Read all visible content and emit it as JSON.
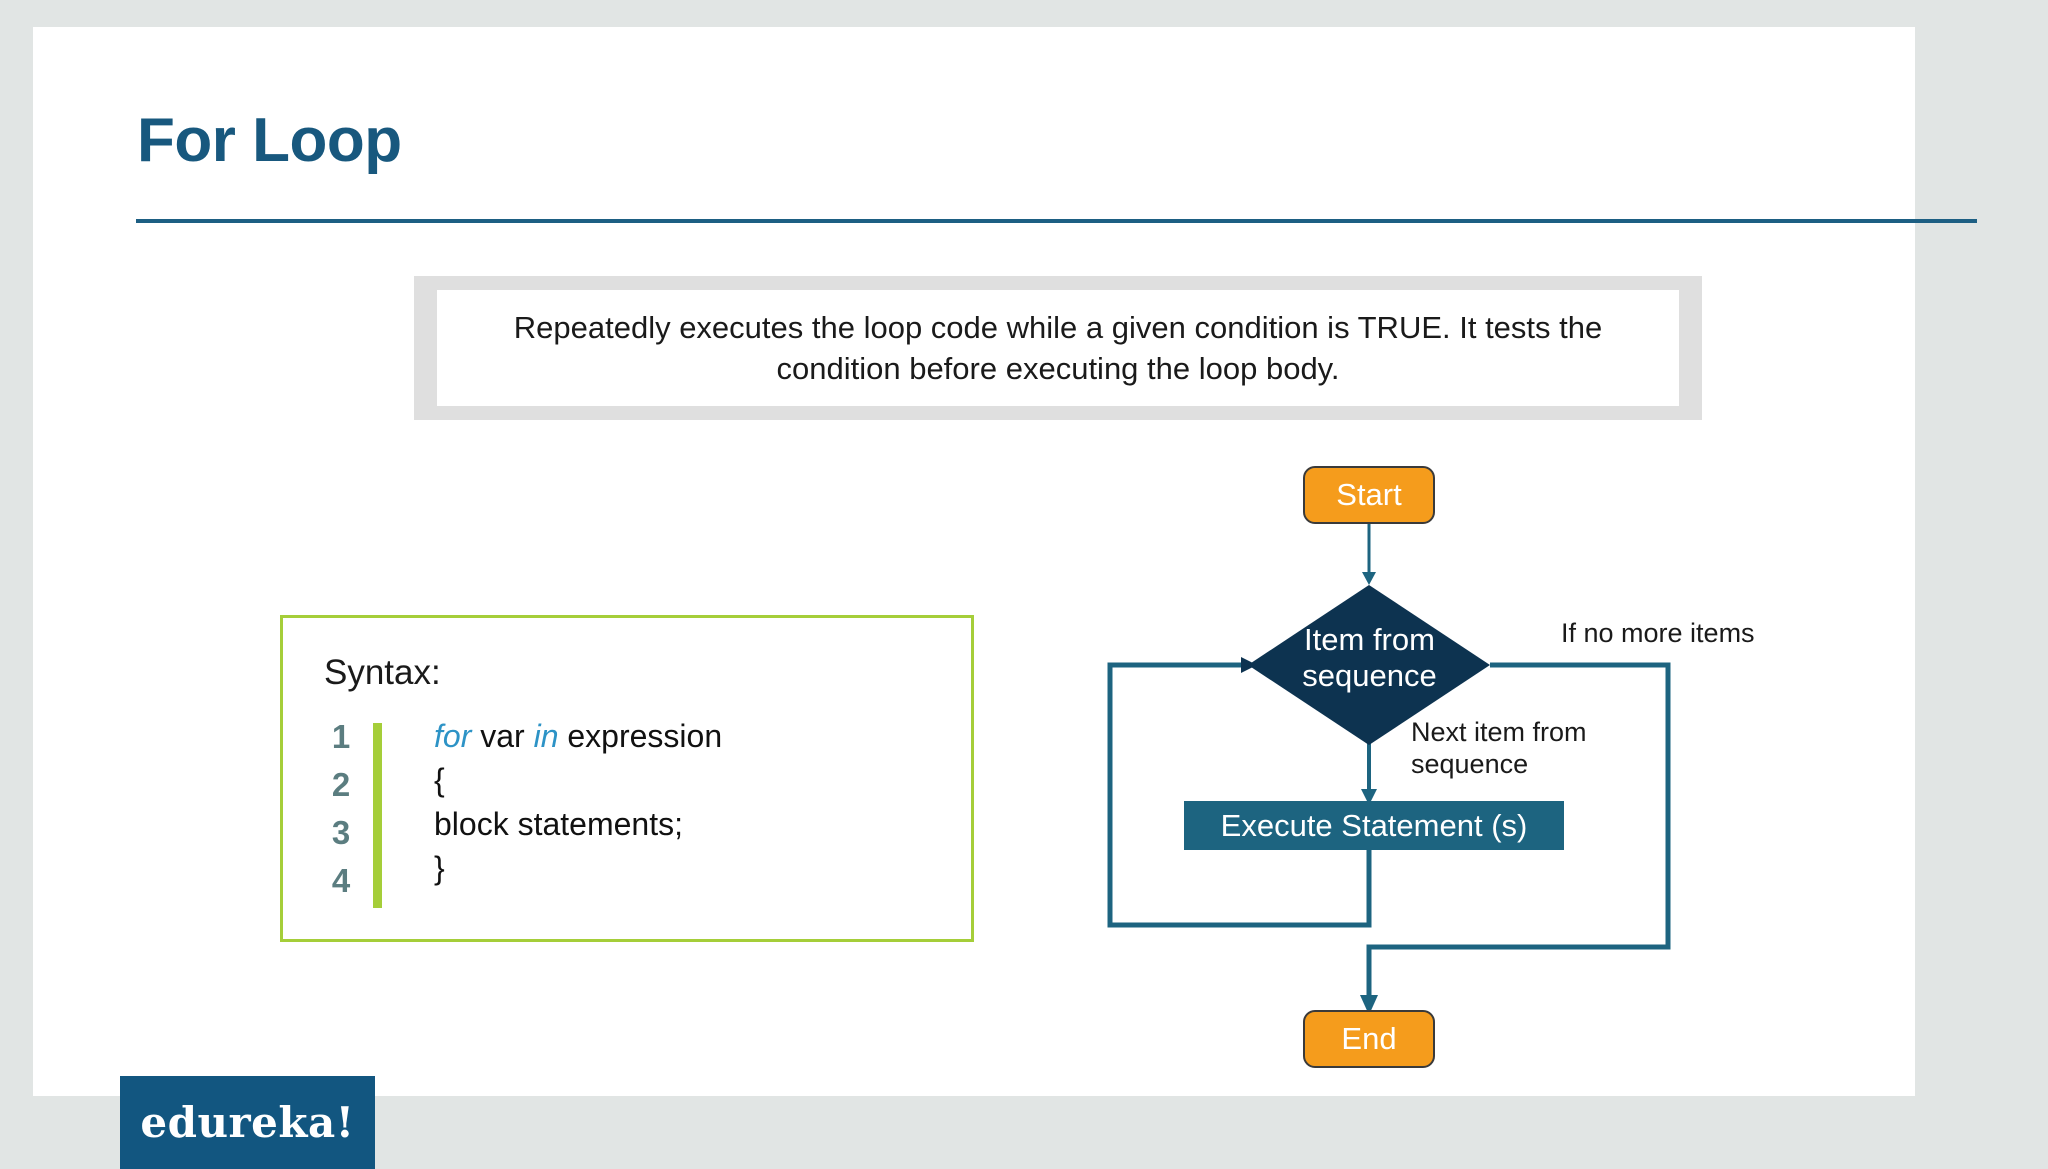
{
  "slide": {
    "title": "For Loop",
    "background_color": "#e1e5e4",
    "slide_color": "#ffffff",
    "title_color": "#18587e",
    "rule_color": "#1d5f83"
  },
  "description": {
    "text": "Repeatedly executes the loop code while a given condition is TRUE. It tests the condition before executing the loop body.",
    "frame_color": "#dfdfdf",
    "inner_color": "#ffffff"
  },
  "syntax": {
    "label": "Syntax:",
    "border_color": "#a5ce39",
    "gutter_color": "#a5ce39",
    "line_number_color": "#5b7d80",
    "keyword_color": "#2d93c6",
    "line_numbers": [
      "1",
      "2",
      "3",
      "4"
    ],
    "lines": [
      {
        "keyword1": "for",
        "text1": " var ",
        "keyword2": "in",
        "text2": " expression"
      },
      {
        "text1": "{"
      },
      {
        "text1": "block statements;"
      },
      {
        "text1": "}"
      }
    ]
  },
  "flowchart": {
    "start_label": "Start",
    "end_label": "End",
    "decision_label": "Item from\nsequence",
    "process_label": "Execute Statement (s)",
    "edge_label_right": "If no more items",
    "edge_label_down": "Next item from\nsequence",
    "terminator_color": "#f59c1c",
    "terminator_border_color": "#3a3a3a",
    "decision_color": "#0d3350",
    "process_color": "#1d6480",
    "connector_color": "#1d6480",
    "label_color": "#1a1a1a"
  },
  "footer": {
    "logo_text": "edureka!",
    "logo_bg_color": "#125680"
  }
}
